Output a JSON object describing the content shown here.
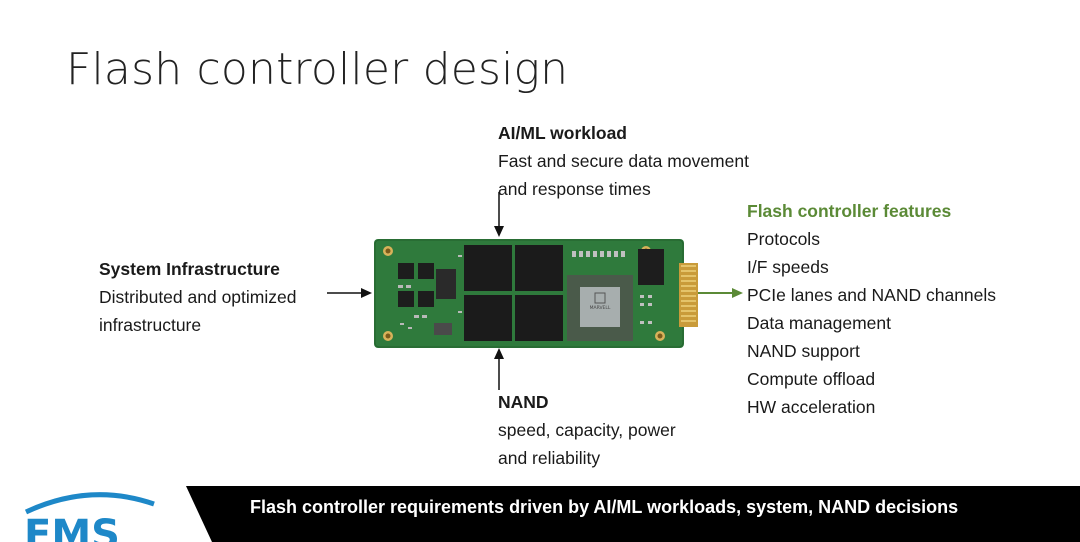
{
  "title": "Flash controller design",
  "ai_ml": {
    "heading": "AI/ML workload",
    "lines": [
      "Fast and secure data movement",
      "and response times"
    ]
  },
  "system": {
    "heading": "System Infrastructure",
    "lines": [
      "Distributed and optimized",
      "infrastructure"
    ]
  },
  "nand": {
    "heading": "NAND",
    "lines": [
      "speed, capacity, power",
      "and reliability"
    ]
  },
  "features": {
    "heading": "Flash controller features",
    "items": [
      "Protocols",
      "I/F speeds",
      "PCIe lanes and NAND channels",
      "Data management",
      "NAND support",
      "Compute offload",
      "HW acceleration"
    ]
  },
  "chip_label": "MARVELL",
  "banner": "Flash controller requirements driven by AI/ML workloads, system, NAND decisions",
  "logo_text": "EMS",
  "colors": {
    "accent_green": "#5b8a36",
    "pcb_green": "#2f7a3c",
    "logo_blue": "#1e88c8",
    "banner_bg": "#000000"
  }
}
